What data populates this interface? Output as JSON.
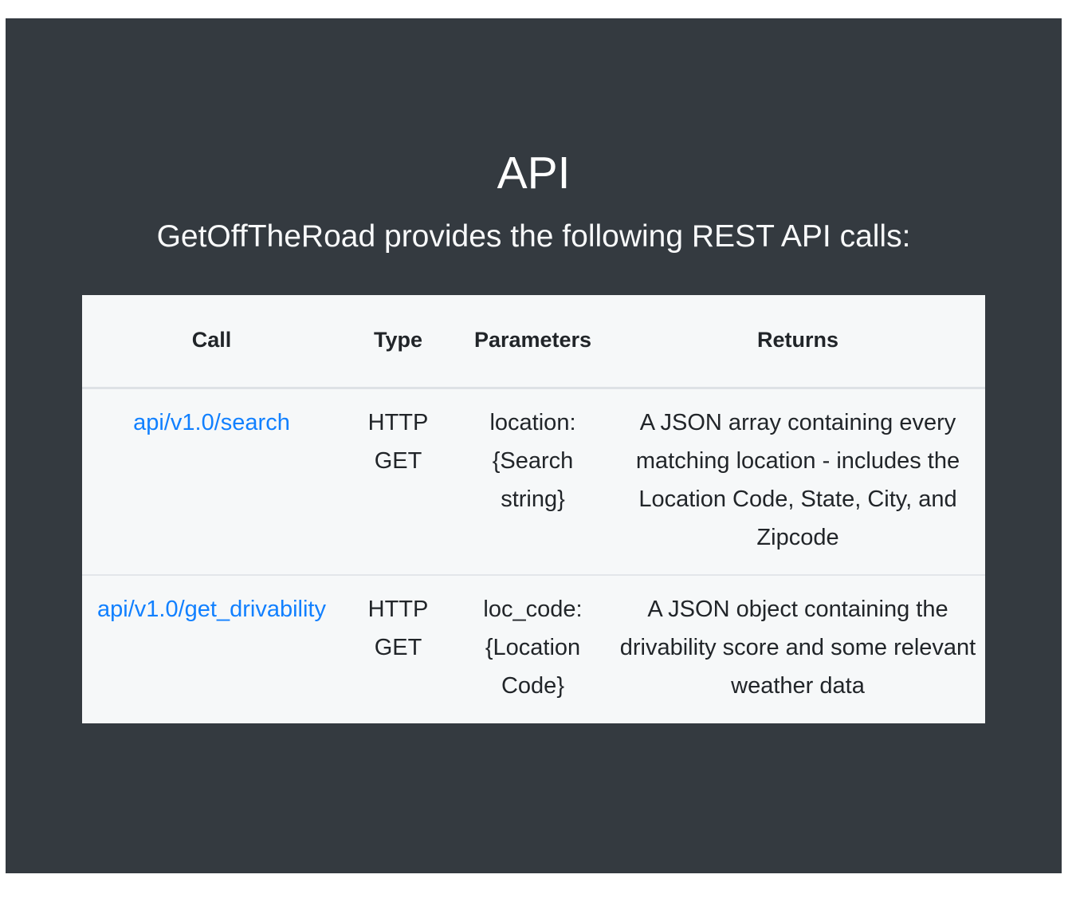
{
  "page": {
    "title": "API",
    "subtitle": "GetOffTheRoad provides the following REST API calls:",
    "background_color": "#343a40",
    "surface_color": "#f6f8f9",
    "link_color": "#1180ff",
    "text_color": "#212529"
  },
  "table": {
    "headers": [
      "Call",
      "Type",
      "Parameters",
      "Returns"
    ],
    "rows": [
      {
        "call": "api/v1.0/search",
        "type": "HTTP GET",
        "parameters": "location: {Search string}",
        "returns": "A JSON array containing every matching location - includes the Location Code, State, City, and Zipcode"
      },
      {
        "call": "api/v1.0/get_drivability",
        "type": "HTTP GET",
        "parameters": "loc_code: {Location Code}",
        "returns": "A JSON object containing the drivability score and some relevant weather data"
      }
    ]
  }
}
